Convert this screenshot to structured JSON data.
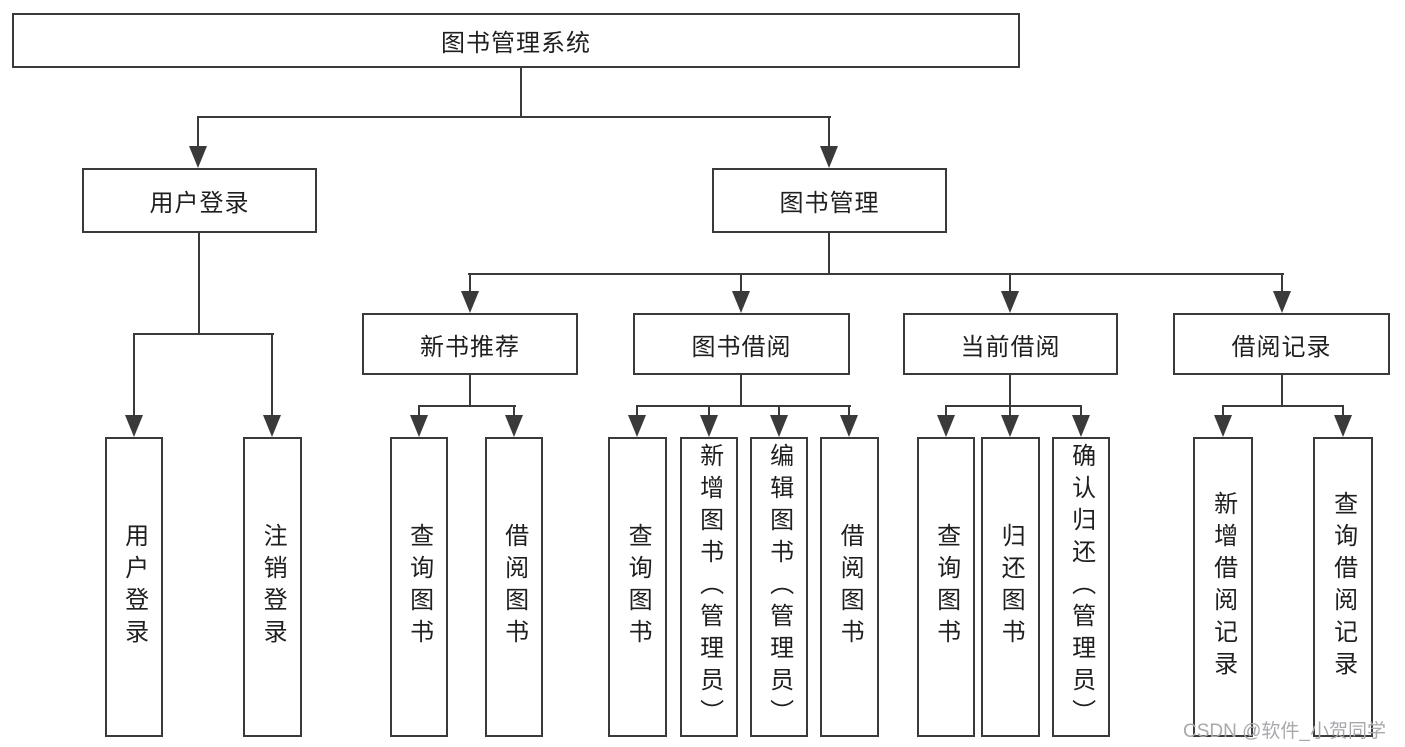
{
  "diagram": {
    "type": "hierarchy-functional-structure",
    "root": {
      "label": "图书管理系统"
    },
    "branches": [
      {
        "label": "用户登录",
        "children": [
          {
            "label": "用户登录"
          },
          {
            "label": "注销登录"
          }
        ]
      },
      {
        "label": "图书管理",
        "children": [
          {
            "label": "新书推荐",
            "children": [
              {
                "label": "查询图书"
              },
              {
                "label": "借阅图书"
              }
            ]
          },
          {
            "label": "图书借阅",
            "children": [
              {
                "label": "查询图书"
              },
              {
                "label": "新增图书（管理员）"
              },
              {
                "label": "编辑图书（管理员）"
              },
              {
                "label": "借阅图书"
              }
            ]
          },
          {
            "label": "当前借阅",
            "children": [
              {
                "label": "查询图书"
              },
              {
                "label": "归还图书"
              },
              {
                "label": "确认归还（管理员）"
              }
            ]
          },
          {
            "label": "借阅记录",
            "children": [
              {
                "label": "新增借阅记录"
              },
              {
                "label": "查询借阅记录"
              }
            ]
          }
        ]
      }
    ]
  },
  "watermark": {
    "label": "CSDN @软件_小贺同学"
  },
  "colors": {
    "line": "#3a3a3a",
    "text": "#1f1f1f",
    "background": "#ffffff",
    "watermark": "#a9a9ad"
  }
}
